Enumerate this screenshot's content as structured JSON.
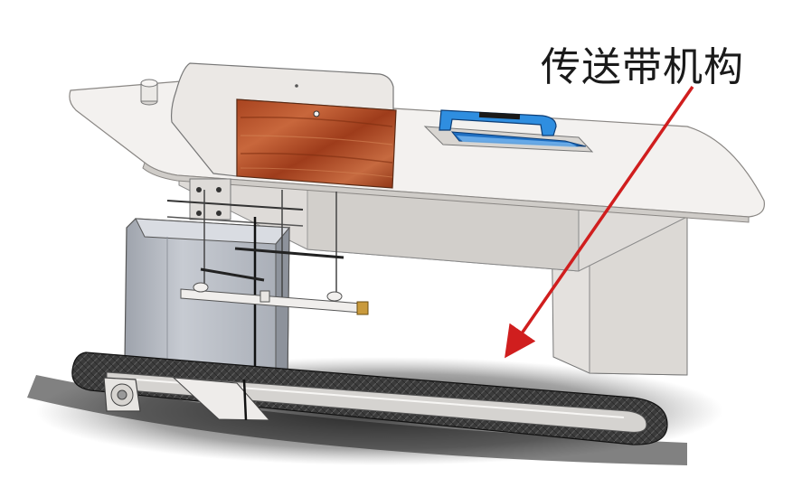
{
  "callout": {
    "label": "传送带机构",
    "arrow_color": "#d01e1e"
  },
  "colors": {
    "table_top": "#f2f0ee",
    "table_edge": "#c9c6c2",
    "cabinet": "#e9e6e3",
    "drawer_wood": "#b8512a",
    "tank": "#b8bcc4",
    "handle_blue": "#2f8ee0",
    "belt": "#3a3a3a",
    "shadow": "#202020"
  },
  "components": {
    "table": "table",
    "drawer": "drawer",
    "tray": "tray",
    "tank": "tank",
    "belt": "belt"
  }
}
